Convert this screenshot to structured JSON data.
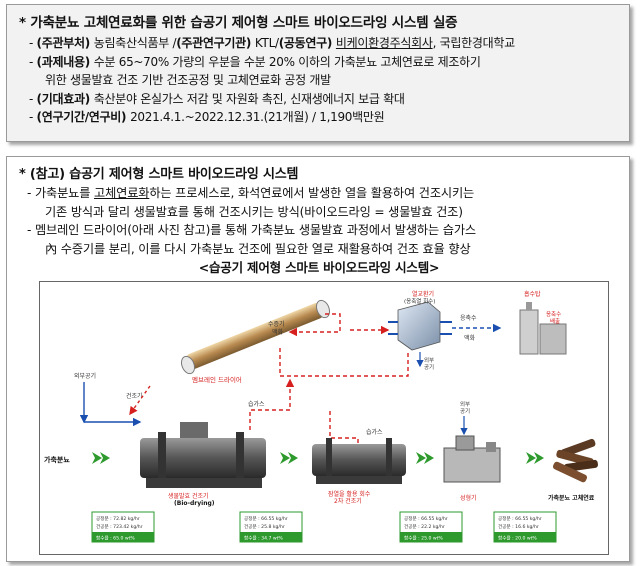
{
  "box1": {
    "title": "* 가축분뇨 고체연료화를 위한 습공기 제어형 스마트 바이오드라잉 시스템 실증",
    "rows": [
      {
        "bullet": "- ",
        "parts": [
          {
            "t": "(주관부처) ",
            "k": true
          },
          {
            "t": "농림축산식품부 /"
          },
          {
            "t": "(주관연구기관) ",
            "k": true
          },
          {
            "t": "KTL/"
          },
          {
            "t": "(공동연구) ",
            "k": true
          },
          {
            "t": "비케이환경주식회사",
            "u": true
          },
          {
            "t": ", 국립한경대학교"
          }
        ]
      },
      {
        "bullet": "- ",
        "parts": [
          {
            "t": "(과제내용) ",
            "k": true
          },
          {
            "t": "수분 65~70% 가량의 우분을 수분 20% 이하의 가축분뇨 고체연료로 제조하기"
          }
        ]
      },
      {
        "bullet": "",
        "cont": true,
        "parts": [
          {
            "t": "위한 생물발효 건조 기반 건조공정 및 고체연료화 공정 개발"
          }
        ]
      },
      {
        "bullet": "- ",
        "parts": [
          {
            "t": "(기대효과) ",
            "k": true
          },
          {
            "t": "축산분야 온실가스 저감 및 자원화 촉진, 신재생에너지 보급 확대"
          }
        ]
      },
      {
        "bullet": "- ",
        "parts": [
          {
            "t": "(연구기간/연구비) ",
            "k": true
          },
          {
            "t": "2021.4.1.~2022.12.31.(21개월) / 1,190백만원"
          }
        ]
      }
    ]
  },
  "box2": {
    "title": "* (참고) 습공기 제어형 스마트 바이오드라잉 시스템",
    "lines": [
      {
        "text": "- 가축분뇨를 ",
        "u": "고체연료화",
        "rest": "하는 프로세스로, 화석연료에서 발생한 열을 활용하여 건조시키는"
      },
      {
        "text": "기존 방식과 달리 생물발효를 통해 건조시키는 방식(바이오드라잉 = 생물발효 건조)",
        "cont": true
      },
      {
        "text": "- 멤브레인 드라이어(아래 사진 참고)를 통해 가축분뇨 생물발효 과정에서 발생하는 습가스"
      },
      {
        "text": "內 수증기를 분리, 이를 다시 가축분뇨 건조에 필요한 열로 재활용하여 건조 효율 향상",
        "cont": true
      }
    ],
    "caption": "<습공기 제어형 스마트 바이오드라잉 시스템>"
  },
  "diagram": {
    "labels": {
      "membrane_dryer": "멤브레인 드라이어",
      "water_vapor": "수증기",
      "water_vapor2": "액화",
      "outside_air": "외부공기",
      "dry_air": "건조기",
      "wet_gas_top": "습가스",
      "wet_gas_mid": "습가스",
      "heat_recovery": "열교환기",
      "heat_recovery_sub": "(응축열 회수)",
      "condensate": "응축수",
      "condensate_sub": "액화",
      "outside_air2": "외부",
      "outside_air2b": "공기",
      "dryer2_air": "외부",
      "dryer2_airb": "공기",
      "tank_top": "흡수탑",
      "tank_sub": "응축수",
      "tank_sub2": "배출",
      "livestock_manure": "가축분뇨",
      "bio_dryer": "생물발효 건조기",
      "bio_drying": "(Bio-drying)",
      "dryer2": "잠열을 활용 회수",
      "dryer2b": "2차 건조기",
      "pellet": "성형기",
      "solid_fuel": "가축분뇨 고체연료"
    },
    "panels": [
      {
        "a": "공정분 : 72.82 kg/hr",
        "b": "건공분 : 723.42 kg/hr",
        "c": "함수율 : 65.0 wt%"
      },
      {
        "a": "공정분 : 66.55 kg/hr",
        "b": "건공분 : 25.8 kg/hr",
        "c": "함수율 : 34.7 wt%"
      },
      {
        "a": "공정분 : 66.55 kg/hr",
        "b": "건공분 : 22.2 kg/hr",
        "c": "함수율 : 25.0 wt%"
      },
      {
        "a": "공정분 : 66.55 kg/hr",
        "b": "건공분 : 16.6 kg/hr",
        "c": "함수율 : 20.0 wt%"
      }
    ]
  },
  "colors": {
    "box_bg": "#f2f2f2",
    "arrow_red": "#d62020",
    "panel_green": "#2e9a2e",
    "flow_blue": "#1a4fb0"
  }
}
